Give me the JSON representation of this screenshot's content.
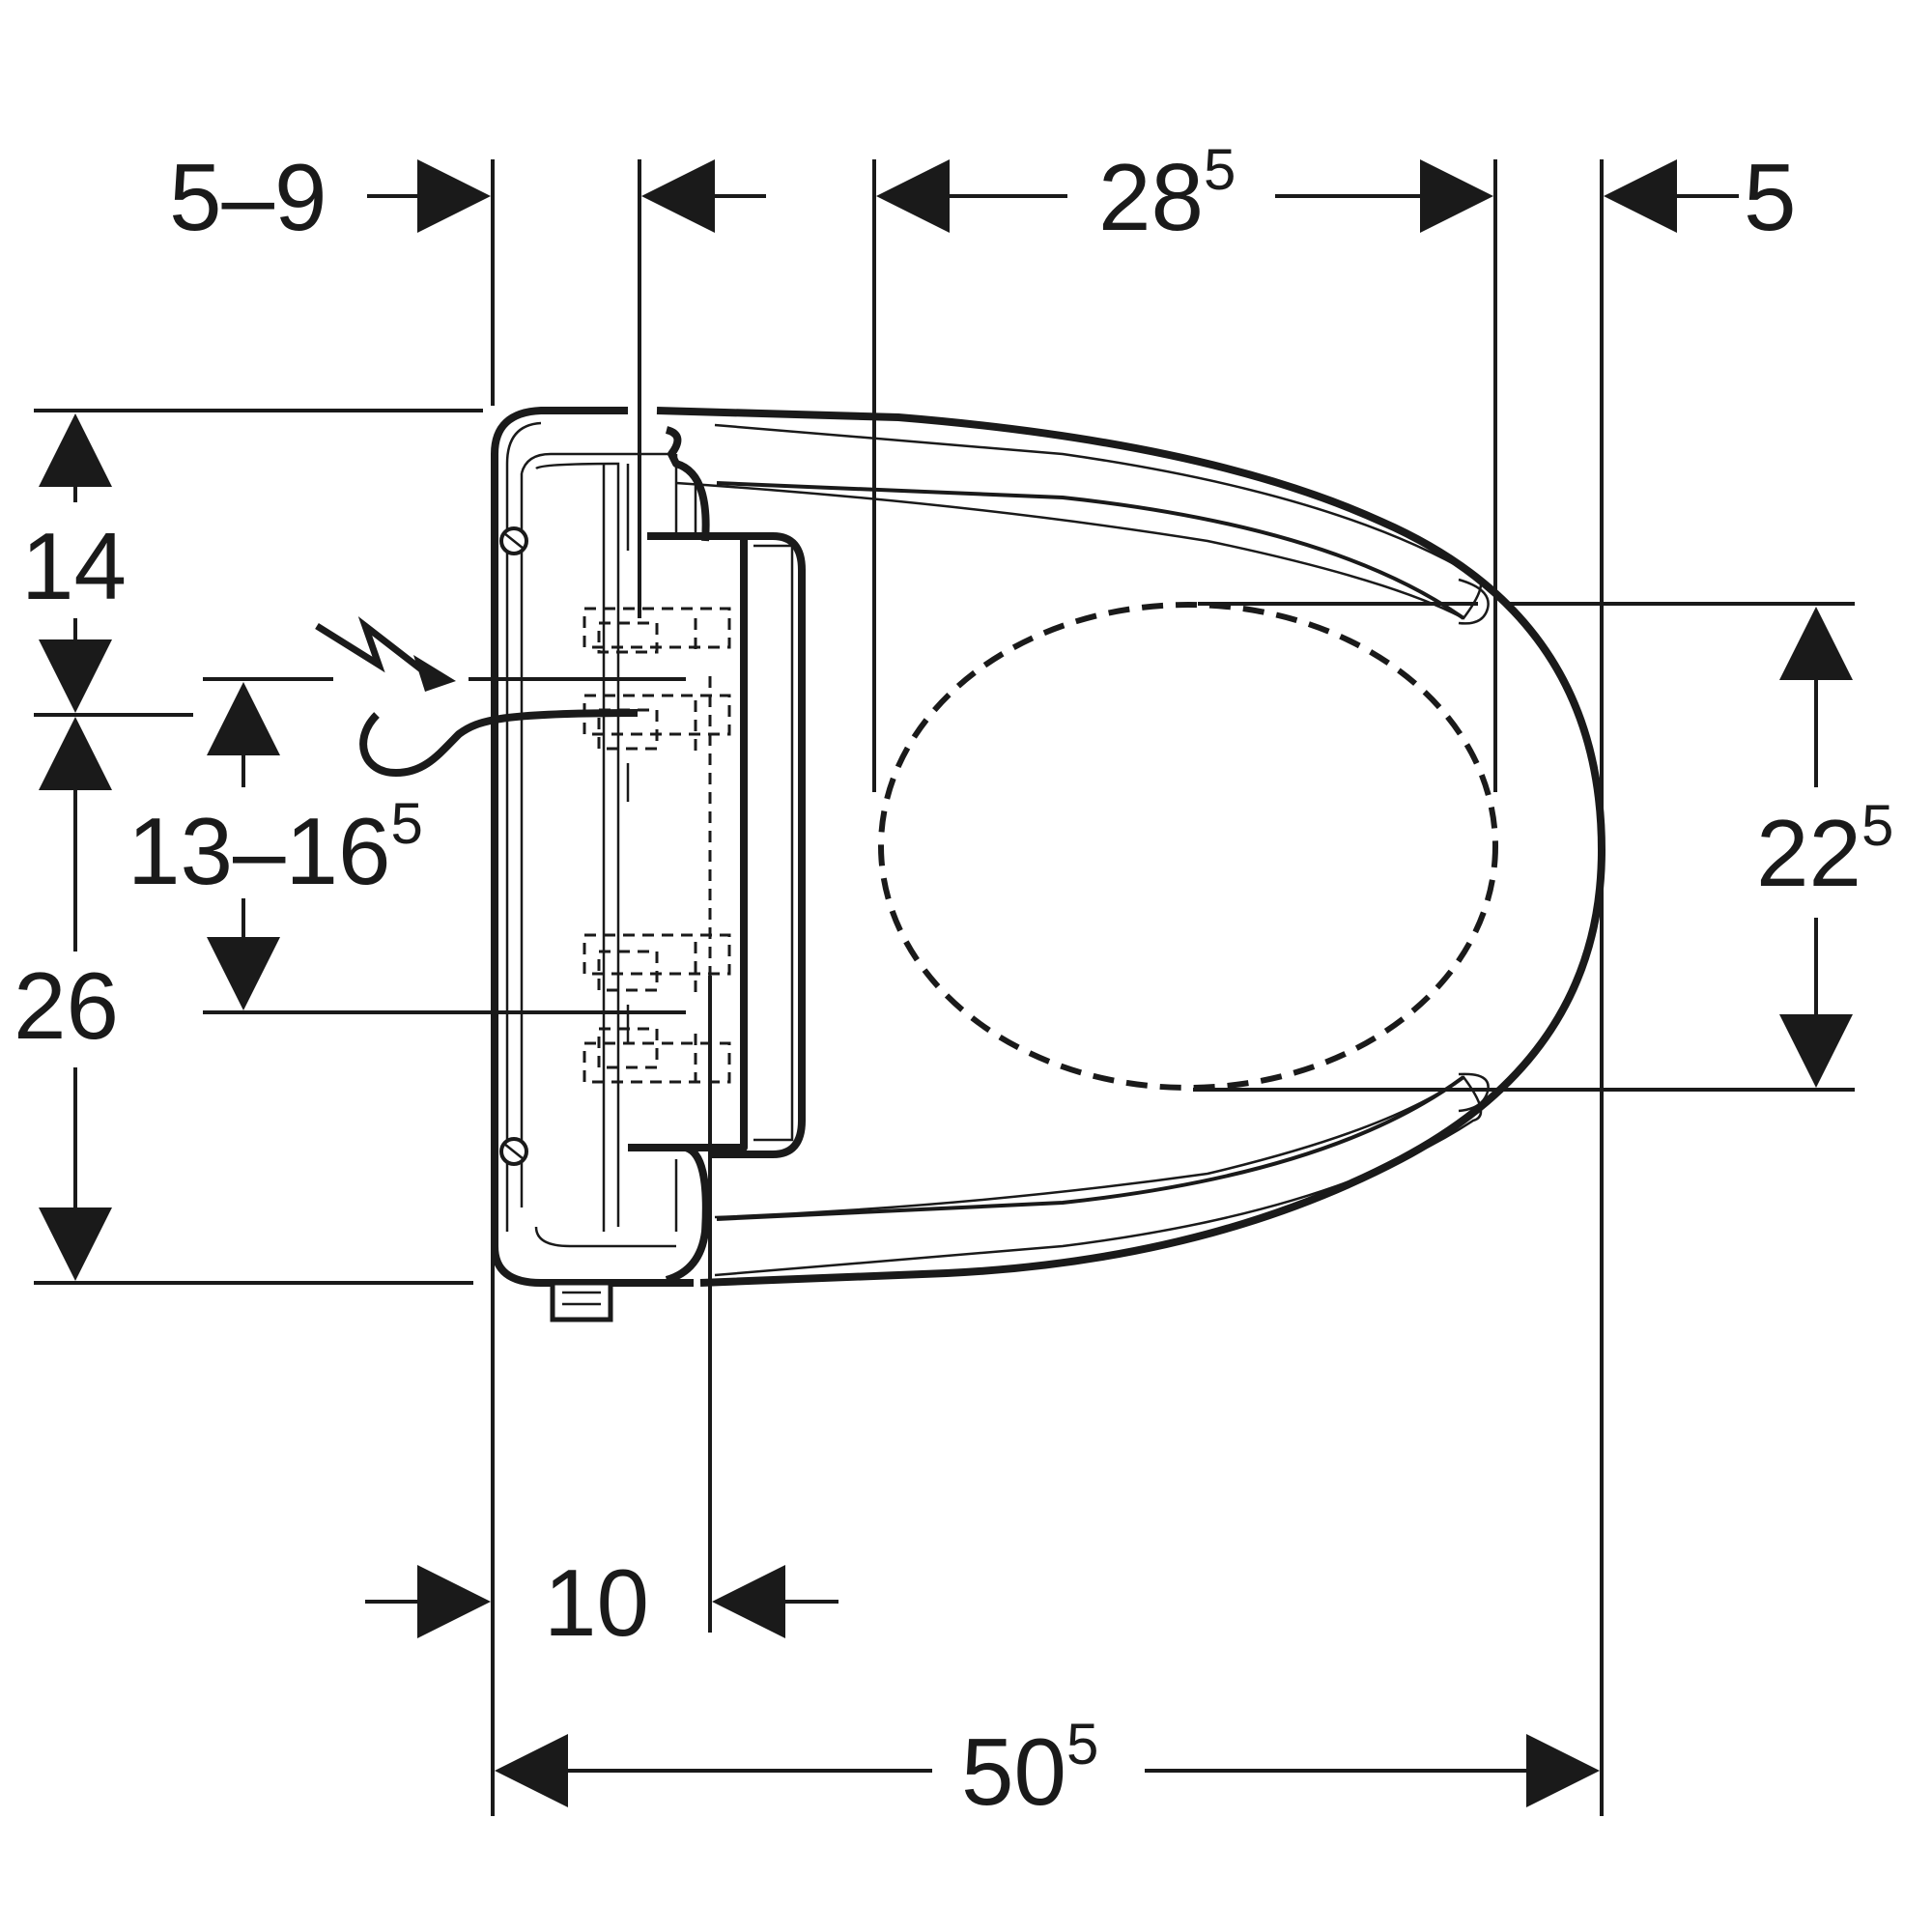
{
  "dimensions": {
    "top_left": "5–9",
    "top_center": "28",
    "top_center_sup": "5",
    "top_right": "5",
    "left_upper": "14",
    "left_lower": "26",
    "left_range": "13–16",
    "left_range_sup": "5",
    "right": "22",
    "right_sup": "5",
    "bottom_small": "10",
    "bottom_total": "50",
    "bottom_total_sup": "5"
  },
  "icons": {
    "electrical": "lightning-bolt-icon",
    "cable": "power-cable-icon"
  },
  "colors": {
    "line": "#1a1a1a",
    "background": "#ffffff"
  }
}
